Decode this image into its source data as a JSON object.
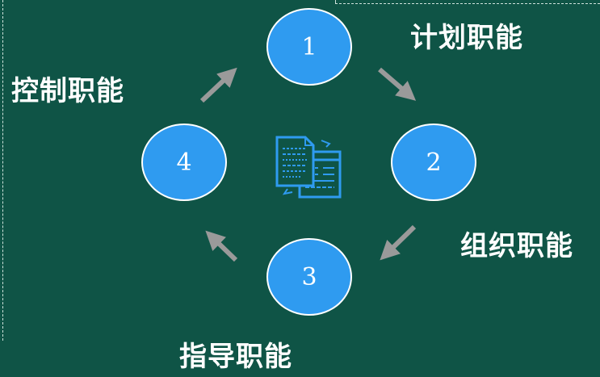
{
  "nodes": [
    {
      "number": "1",
      "label": "计划职能"
    },
    {
      "number": "2",
      "label": "组织职能"
    },
    {
      "number": "3",
      "label": "指导职能"
    },
    {
      "number": "4",
      "label": "控制职能"
    }
  ],
  "colors": {
    "background": "#0f5446",
    "node_fill": "#2f9bf0",
    "node_border": "#ffffff",
    "arrow": "#9a9a9a",
    "icon": "#2f9bf0",
    "text": "#ffffff"
  },
  "center_icon": "document-transfer-icon"
}
